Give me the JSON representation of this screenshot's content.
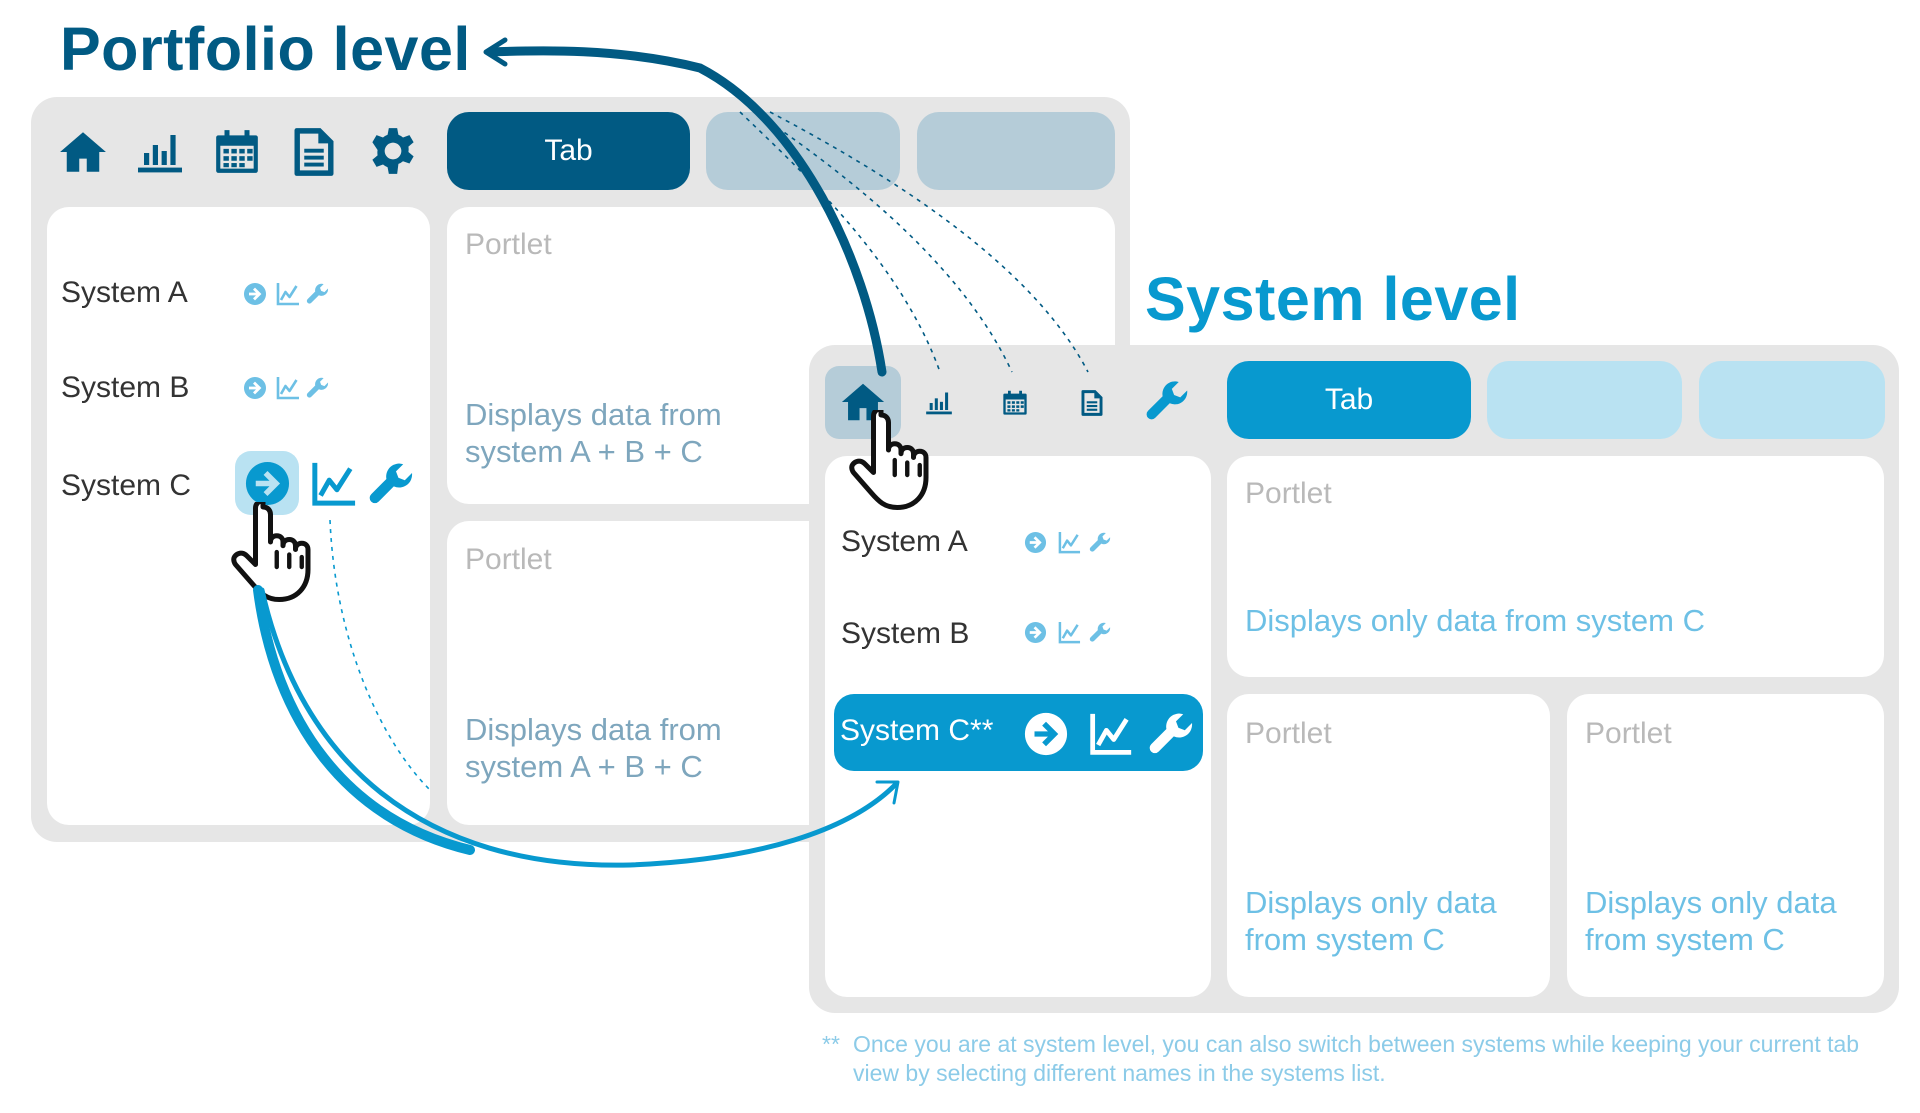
{
  "portfolio": {
    "title": "Portfolio level",
    "toolbar": [
      "home-icon",
      "bar-chart-icon",
      "calendar-icon",
      "document-icon",
      "gear-icon"
    ],
    "tabs": [
      "Tab",
      "",
      ""
    ],
    "systems": [
      {
        "label": "System A"
      },
      {
        "label": "System B"
      },
      {
        "label": "System C"
      }
    ],
    "portlets": [
      {
        "label": "Portlet",
        "desc": "Displays data from system A + B + C"
      },
      {
        "label": "Portlet",
        "desc": "Displays data from system A + B + C"
      }
    ]
  },
  "system": {
    "title": "System level",
    "toolbar": [
      "home-icon",
      "bar-chart-icon",
      "calendar-icon",
      "document-icon",
      "wrench-icon"
    ],
    "tabs": [
      "Tab",
      "",
      ""
    ],
    "systems": [
      {
        "label": "System A"
      },
      {
        "label": "System B"
      },
      {
        "label": "System C**"
      }
    ],
    "portlets": [
      {
        "label": "Portlet",
        "desc": "Displays only data from system C"
      },
      {
        "label": "Portlet",
        "desc": "Displays only data from system C"
      },
      {
        "label": "Portlet",
        "desc": "Displays only data from system C"
      }
    ]
  },
  "footnote": {
    "marker": "**",
    "text": "Once you are at system level, you can also switch between systems while keeping your current tab view by selecting different names in the systems list."
  },
  "colors": {
    "dark_blue": "#015a83",
    "bright_blue": "#0899cf",
    "light_blue": "#b5ccd8",
    "pale_blue": "#b9e2f2",
    "light_icon": "#6dc0e5"
  }
}
